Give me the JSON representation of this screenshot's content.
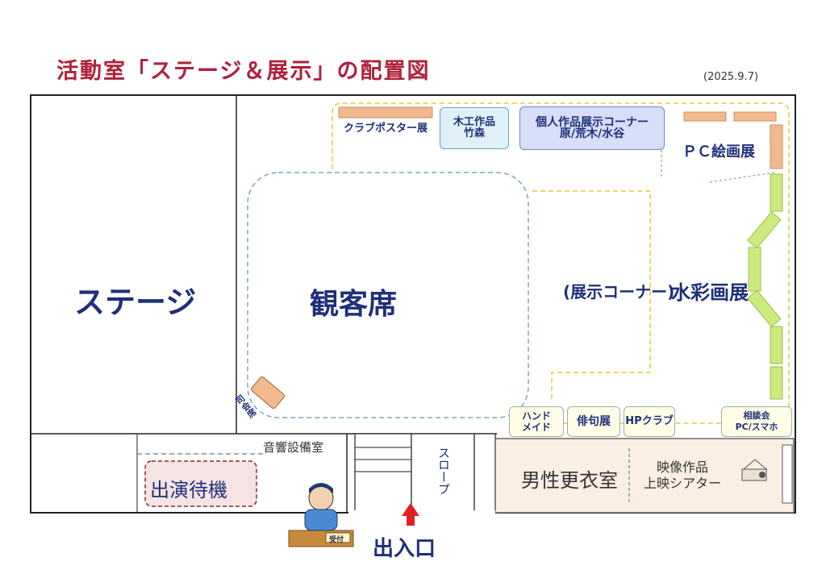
{
  "title": "活動室「ステージ＆展示」の配置図",
  "date": "(2025.9.7)",
  "rooms": {
    "stage": "ステージ",
    "audience": "観客席",
    "exhibition_corner": "(展示コーナー)",
    "watercolor": "水彩画展",
    "pc_drawing": "ＰＣ絵画展",
    "waiting": "出演待機",
    "sound_room": "音響設備室",
    "slope": "スロープ",
    "mens_locker": "男性更衣室",
    "video_theater": "映像作品\n上映シアター",
    "entrance": "出入口",
    "mc_seat": "司会席",
    "reception": "受付"
  },
  "exhibits": [
    {
      "label": "クラブポスター展"
    },
    {
      "label": "木工作品\n竹森"
    },
    {
      "label": "個人作品展示コーナー\n原/荒木/水谷"
    },
    {
      "label": "ハンド\nメイド"
    },
    {
      "label": "俳句展"
    },
    {
      "label": "HPクラブ"
    },
    {
      "label": "相談会\nPC/スマホ"
    }
  ],
  "colors": {
    "title": "#b0203a",
    "label": "#1f2f7a",
    "orange_panel": "#f2b98f",
    "green_panel": "#cdea7e",
    "locker_room_fill": "#fbeee2",
    "waiting_fill": "#f6e3e3"
  }
}
